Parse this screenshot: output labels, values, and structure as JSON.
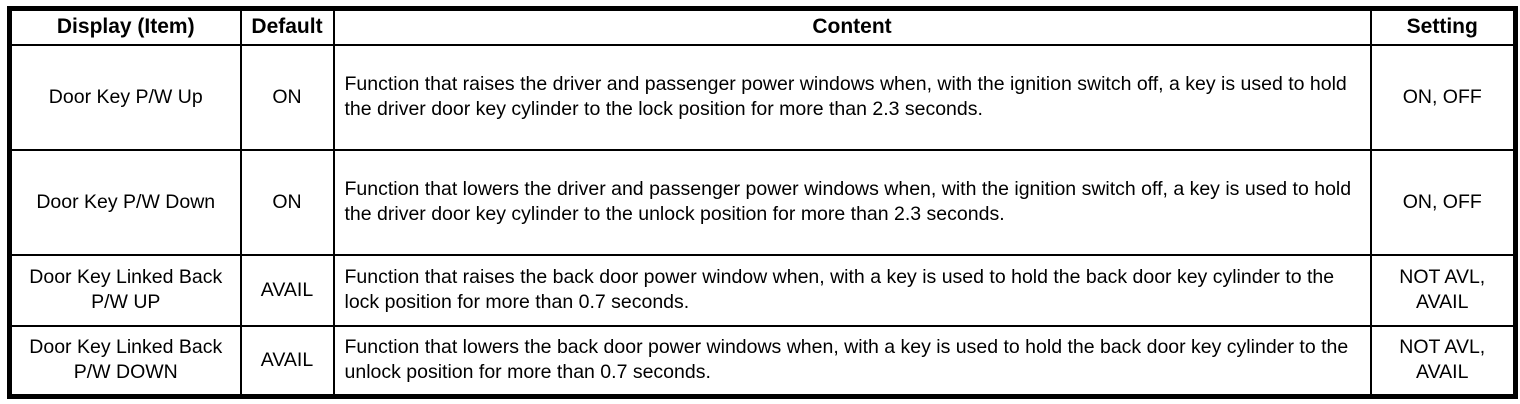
{
  "table": {
    "columns": {
      "display": "Display (Item)",
      "default": "Default",
      "content": "Content",
      "setting": "Setting"
    },
    "rows": [
      {
        "display": "Door Key P/W Up",
        "default": "ON",
        "content": "Function that raises the driver and passenger power windows when, with the ignition switch off, a key is used to hold the driver door key cylinder to the lock position for more than 2.3 seconds.",
        "setting": "ON, OFF"
      },
      {
        "display": "Door Key P/W Down",
        "default": "ON",
        "content": "Function that lowers the driver and passenger power windows when, with the ignition switch off, a key is used to hold the driver door key cylinder to the unlock position for more than 2.3 seconds.",
        "setting": "ON, OFF"
      },
      {
        "display": "Door Key Linked Back P/W UP",
        "default": "AVAIL",
        "content": "Function that raises the back door power window when, with a key is used to hold the back door key cylinder to the lock position for more than 0.7 seconds.",
        "setting": "NOT AVL, AVAIL"
      },
      {
        "display": "Door Key Linked Back P/W DOWN",
        "default": "AVAIL",
        "content": "Function that lowers the back door power windows when, with a key is used to hold the back door key cylinder to the unlock position for more than 0.7 seconds.",
        "setting": "NOT AVL, AVAIL"
      }
    ]
  },
  "colors": {
    "border": "#000000",
    "background": "#ffffff",
    "text": "#000000"
  }
}
